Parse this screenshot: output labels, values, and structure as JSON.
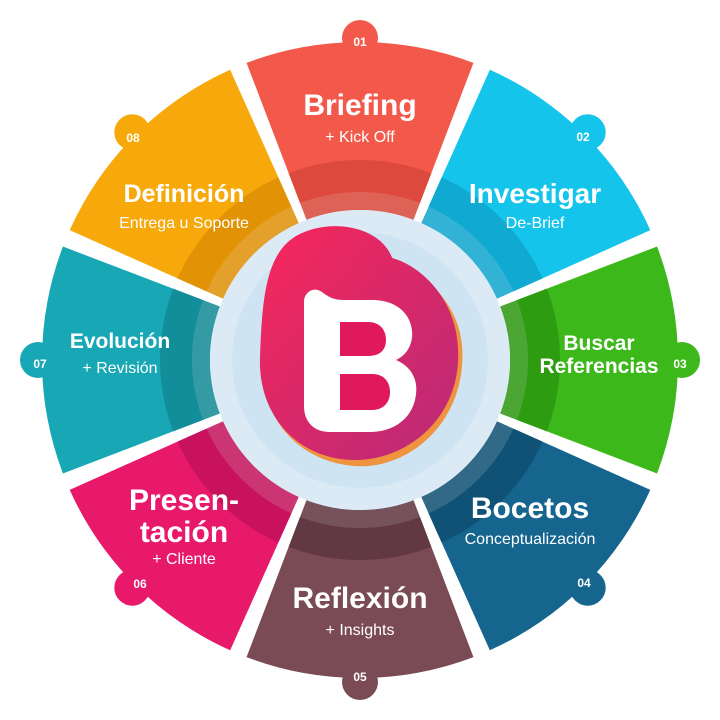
{
  "steps": [
    {
      "number": "01",
      "title": "Briefing",
      "subtitle": "+ Kick Off",
      "color": "#f2594b",
      "inner": "#d9463a"
    },
    {
      "number": "02",
      "title": "Investigar",
      "subtitle": "De-Brief",
      "color": "#14c4ea",
      "inner": "#0ea4cc"
    },
    {
      "number": "03",
      "title_lines": [
        "Buscar",
        "Referencias"
      ],
      "color": "#3cb81a",
      "inner": "#2b9611"
    },
    {
      "number": "04",
      "title": "Bocetos",
      "subtitle": "Conceptualización",
      "color": "#15658f",
      "inner": "#0e4f72"
    },
    {
      "number": "05",
      "title": "Reflexión",
      "subtitle": "+ Insights",
      "color": "#7a4a55",
      "inner": "#5e3540"
    },
    {
      "number": "06",
      "title_lines": [
        "Presen-",
        "tación"
      ],
      "subtitle": "+ Cliente",
      "color": "#e8196a",
      "inner": "#c2125a"
    },
    {
      "number": "07",
      "title": "Evolución",
      "subtitle": "+ Revisión",
      "color": "#18a8b5",
      "inner": "#108995"
    },
    {
      "number": "08",
      "title": "Definición",
      "subtitle": "Entrega u Soporte",
      "color": "#f7a80a",
      "inner": "#de8f05"
    }
  ],
  "logo": {
    "letter": "B",
    "colors": [
      "#f0245c",
      "#c92b6e",
      "#ff8a00"
    ]
  }
}
